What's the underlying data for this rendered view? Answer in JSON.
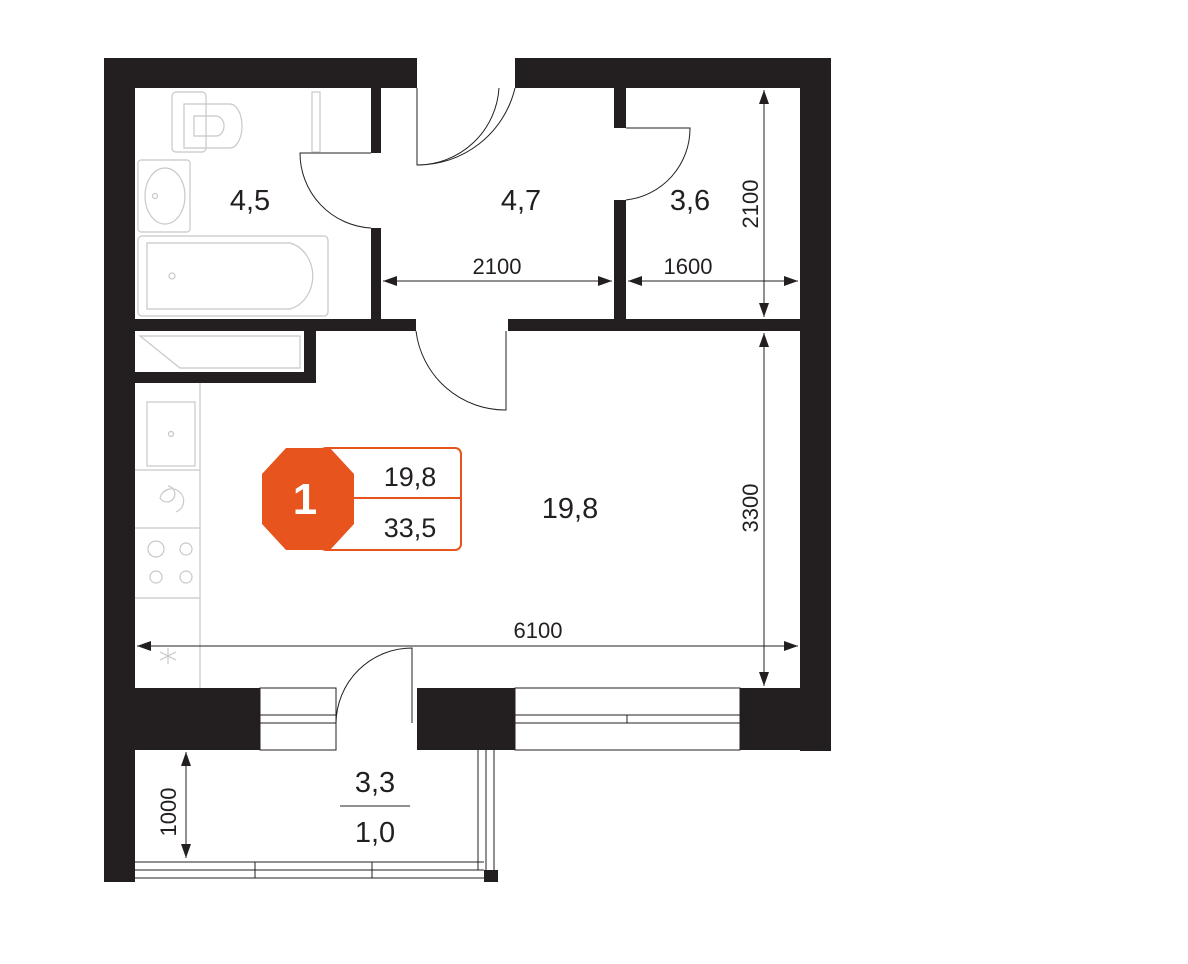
{
  "rooms": {
    "bathroom_area": "4,5",
    "hall_area": "4,7",
    "storage_area": "3,6",
    "living_area": "19,8",
    "balcony_area": "3,3",
    "balcony_coef": "1,0"
  },
  "dimensions": {
    "hall_width": "2100",
    "storage_width": "1600",
    "storage_height": "2100",
    "living_height": "3300",
    "total_width": "6100",
    "balcony_depth": "1000"
  },
  "badge": {
    "rooms_count": "1",
    "living_area": "19,8",
    "total_area": "33,5",
    "accent_color": "#e8541e"
  }
}
